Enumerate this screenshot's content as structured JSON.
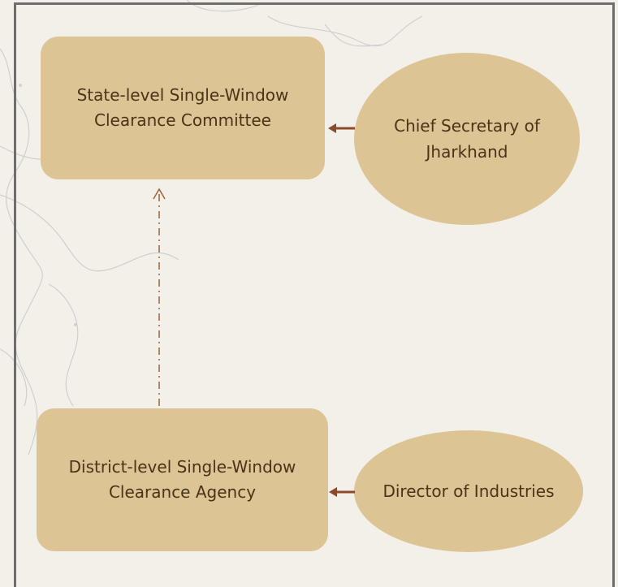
{
  "diagram": {
    "nodes": {
      "state_committee": "State-level Single-Window Clearance Committee",
      "chief_secretary": "Chief Secretary of Jharkhand",
      "district_agency": "District-level Single-Window Clearance Agency",
      "director_industries": "Director of Industries"
    },
    "edges": [
      {
        "from": "chief_secretary",
        "to": "state_committee",
        "style": "solid"
      },
      {
        "from": "director_industries",
        "to": "district_agency",
        "style": "solid"
      },
      {
        "from": "district_agency",
        "to": "state_committee",
        "style": "dash-dot"
      }
    ],
    "colors": {
      "node_fill": "#dcc495",
      "node_text": "#4a3418",
      "arrow": "#8b4a2b",
      "frame": "#6e6e6e",
      "background": "#f3f0e9"
    }
  }
}
